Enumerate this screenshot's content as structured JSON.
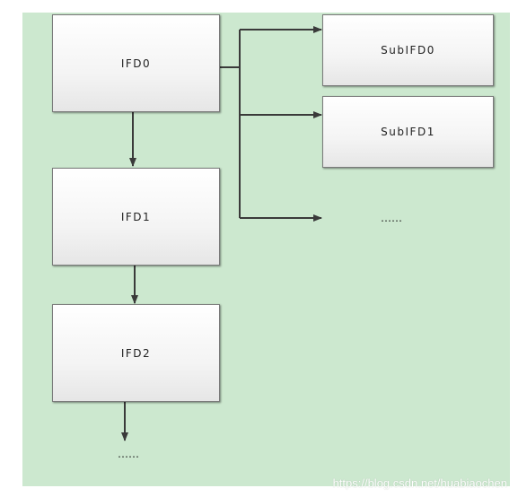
{
  "diagram": {
    "nodes": {
      "ifd0": "IFD0",
      "ifd1": "IFD1",
      "ifd2": "IFD2",
      "subifd0": "SubIFD0",
      "subifd1": "SubIFD1"
    },
    "continuation_main": "……",
    "continuation_sub": "……"
  },
  "watermark": "https://blog.csdn.net/huabiaochen",
  "colors": {
    "background": "#cce8cf",
    "arrow": "#3a3a3a",
    "box_border": "#7a7a7a"
  }
}
